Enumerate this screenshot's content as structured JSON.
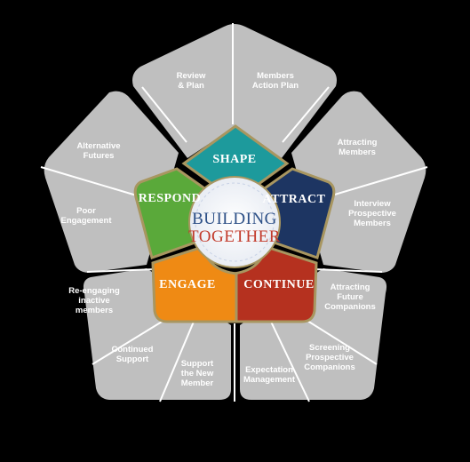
{
  "center": {
    "line1": "BUILDING",
    "line2": "TOGETHER"
  },
  "segments": {
    "shape": "SHAPE",
    "attract": "ATTRACT",
    "continue": "CONTINUE",
    "engage": "ENGAGE",
    "respond": "RESPOND"
  },
  "outer": {
    "review_plan": [
      "Review",
      "& Plan"
    ],
    "members_action_plan": [
      "Members",
      "Action Plan"
    ],
    "attracting_members": [
      "Attracting",
      "Members"
    ],
    "interview_prospective": [
      "Interview",
      "Prospective",
      "Members"
    ],
    "attracting_future": [
      "Attracting",
      "Future",
      "Companions"
    ],
    "screening_prospective": [
      "Screening",
      "Prospective",
      "Companions"
    ],
    "expectation_management": [
      "Expectation",
      "Management"
    ],
    "support_new_member": [
      "Support",
      "the New",
      "Member"
    ],
    "continued_support": [
      "Continued",
      "Support"
    ],
    "reengaging_inactive": [
      "Re-engaging",
      "inactive",
      "members"
    ],
    "poor_engagement": [
      "Poor",
      "Engagement"
    ],
    "alternative_futures": [
      "Alternative",
      "Futures"
    ]
  },
  "colors": {
    "outer_gray": "#bfbfbf",
    "divider": "#ffffff",
    "shape": "#1d9a9c",
    "attract": "#1d3562",
    "continue": "#b5311f",
    "engage": "#ef8a14",
    "respond": "#5aa93a",
    "frame_gold": "#a89660",
    "center_blue": "#2c4f86",
    "center_red": "#c23a2b"
  }
}
